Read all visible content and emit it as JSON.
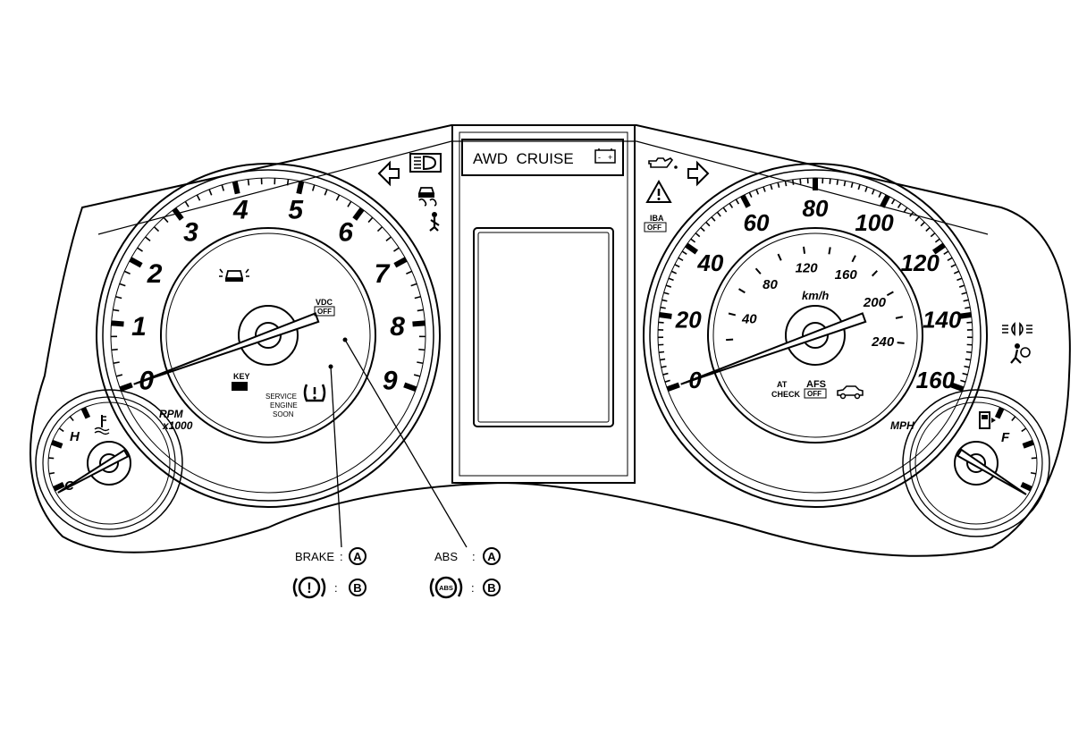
{
  "display": {
    "top_text": "AWD  CRUISE"
  },
  "tachometer": {
    "numbers": [
      "0",
      "1",
      "2",
      "3",
      "4",
      "5",
      "6",
      "7",
      "8",
      "9"
    ],
    "unit_line1": "RPM",
    "unit_line2": "x1000",
    "needle_value": 0
  },
  "speedometer": {
    "mph_numbers": [
      "0",
      "20",
      "40",
      "60",
      "80",
      "100",
      "120",
      "140",
      "160"
    ],
    "kmh_numbers": [
      "40",
      "80",
      "120",
      "160",
      "200",
      "240"
    ],
    "kmh_unit": "km/h",
    "mph_unit": "MPH",
    "needle_value": 0
  },
  "temp_gauge": {
    "hot_label": "H",
    "cold_label": "C"
  },
  "fuel_gauge": {
    "full_label": "F"
  },
  "indicators": {
    "vdc_line1": "VDC",
    "vdc_line2": "OFF",
    "key": "KEY",
    "service_line1": "SERVICE",
    "service_line2": "ENGINE",
    "service_line3": "SOON",
    "iba_line1": "IBA",
    "iba_line2": "OFF",
    "at_check_line1": "AT",
    "at_check_line2": "CHECK",
    "afs_line1": "AFS",
    "afs_line2": "OFF"
  },
  "callouts": {
    "brake_label": "BRAKE",
    "abs_label": "ABS",
    "colon": ":",
    "marker_a": "A",
    "marker_b": "B",
    "brake_symbol": "!",
    "abs_symbol": "ABS"
  },
  "icons": [
    "left-turn-arrow-icon",
    "right-turn-arrow-icon",
    "headlight-high-beam-icon",
    "slip-indicator-icon",
    "seatbelt-icon",
    "front-vehicle-icon",
    "tire-pressure-icon",
    "battery-icon",
    "oil-pressure-icon",
    "master-warning-icon",
    "parking-light-icon",
    "airbag-icon",
    "fuel-pump-icon",
    "coolant-temperature-icon",
    "car-icon"
  ]
}
